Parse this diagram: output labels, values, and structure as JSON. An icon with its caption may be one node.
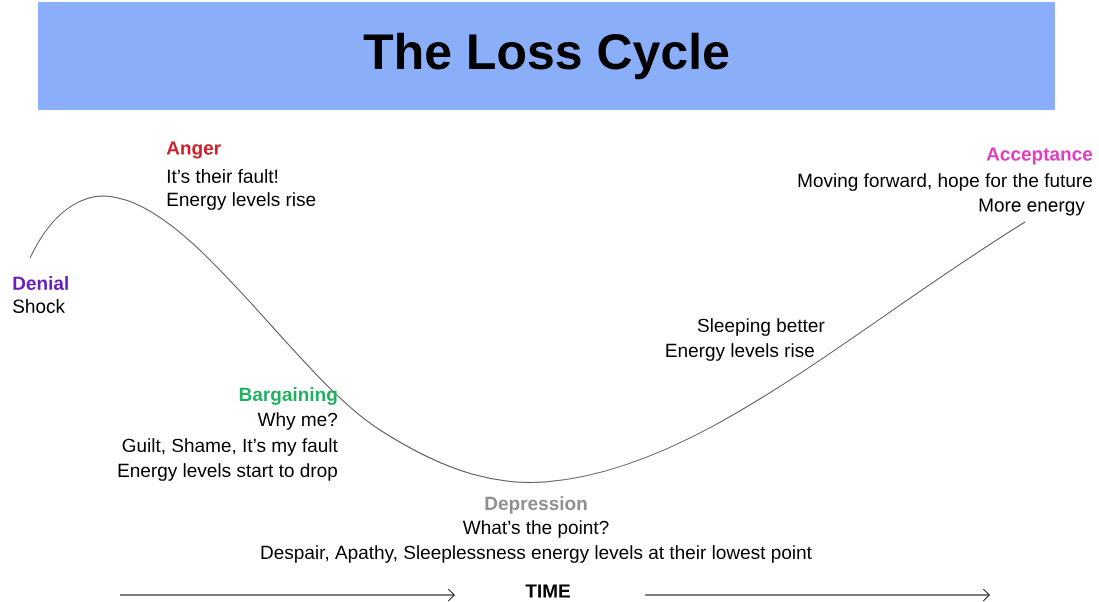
{
  "diagram": {
    "nodes": [
      {
        "text": [
          "The Loss Cycle"
        ]
      }
    ],
    "edges": [],
    "labels": [
      "Anger",
      "It’s their fault!",
      "Energy levels rise",
      "Acceptance",
      "Moving forward, hope for the future",
      "More energy",
      "Denial",
      "Shock",
      "Sleeping better",
      "Energy levels rise",
      "Bargaining",
      "Why me?",
      "Guilt, Shame, It’s my fault",
      "Energy levels start to drop",
      "Depression",
      "What’s the point?",
      "Despair, Apathy, Sleeplessness energy levels at their lowest point",
      "TIME"
    ]
  }
}
